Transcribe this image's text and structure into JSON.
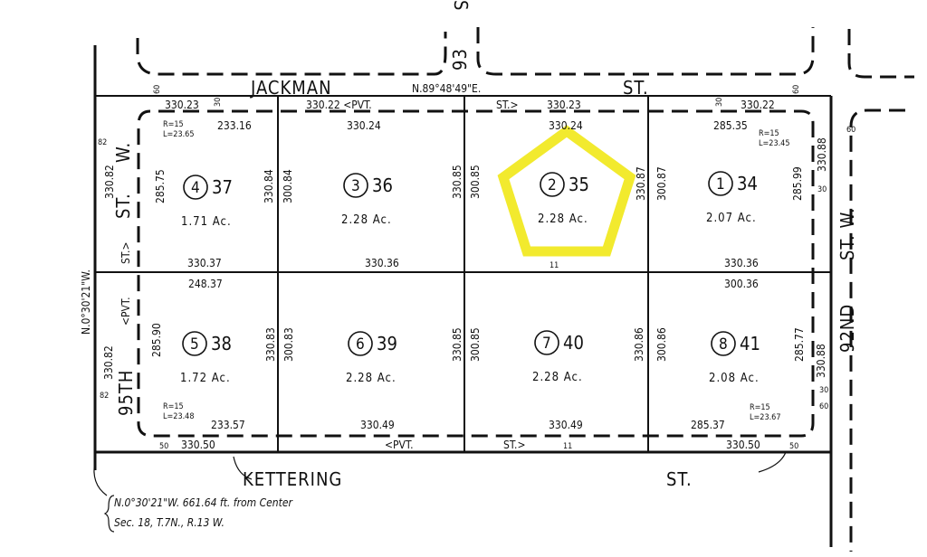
{
  "streets": {
    "north_name": "JACKMAN",
    "north_suffix": "ST.",
    "north_bearing": "N.89°48'49\"E.",
    "north_cross": "93",
    "north_cross_top": "S",
    "south_name": "KETTERING",
    "south_suffix": "ST.",
    "west_name_num": "95TH",
    "west_st": "ST.",
    "west_w": "W.",
    "west_pvt_open": "<PVT.",
    "west_pvt_close": "ST.>",
    "west_bearing": "N.0°30'21\"W.",
    "east_name_num": "92ND",
    "east_st_w": "ST. W."
  },
  "note": {
    "line1": "N.0°30'21\"W. 661.64 ft. from Center",
    "line2": "Sec. 18, T.7N., R.13 W."
  },
  "lots": [
    {
      "lot": "4",
      "parcel": "37",
      "area": "1.71 Ac."
    },
    {
      "lot": "3",
      "parcel": "36",
      "area": "2.28 Ac."
    },
    {
      "lot": "2",
      "parcel": "35",
      "area": "2.28 Ac.",
      "highlighted": true
    },
    {
      "lot": "1",
      "parcel": "34",
      "area": "2.07 Ac."
    },
    {
      "lot": "5",
      "parcel": "38",
      "area": "1.72 Ac."
    },
    {
      "lot": "6",
      "parcel": "39",
      "area": "2.28 Ac."
    },
    {
      "lot": "7",
      "parcel": "40",
      "area": "2.28 Ac."
    },
    {
      "lot": "8",
      "parcel": "41",
      "area": "2.08 Ac."
    }
  ],
  "highlight_color": "#f2ea2e",
  "dims": [
    "330.23",
    "330.22 <PVT.",
    "ST.>",
    "330.23",
    "330.22",
    "233.16",
    "330.24",
    "330.24",
    "285.35",
    "330.82",
    "285.75",
    "330.84",
    "300.84",
    "330.85",
    "300.85",
    "330.87",
    "300.87",
    "285.99",
    "330.88",
    "330.37",
    "330.36",
    "330.36",
    "248.37",
    "300.36",
    "330.82",
    "285.90",
    "330.83",
    "300.83",
    "330.85",
    "300.85",
    "330.86",
    "300.86",
    "285.77",
    "330.88",
    "233.57",
    "330.49",
    "330.49",
    "285.37",
    "330.50",
    "<PVT.",
    "ST.>",
    "330.50",
    "82",
    "82",
    "60",
    "30",
    "30",
    "60",
    "60",
    "30",
    "30",
    "60",
    "11",
    "11",
    "50",
    "50"
  ],
  "curves": [
    {
      "r": "R=15",
      "l": "L=23.65"
    },
    {
      "r": "R=15",
      "l": "L=23.45"
    },
    {
      "r": "R=15",
      "l": "L=23.48"
    },
    {
      "r": "R=15",
      "l": "L=23.67"
    }
  ]
}
